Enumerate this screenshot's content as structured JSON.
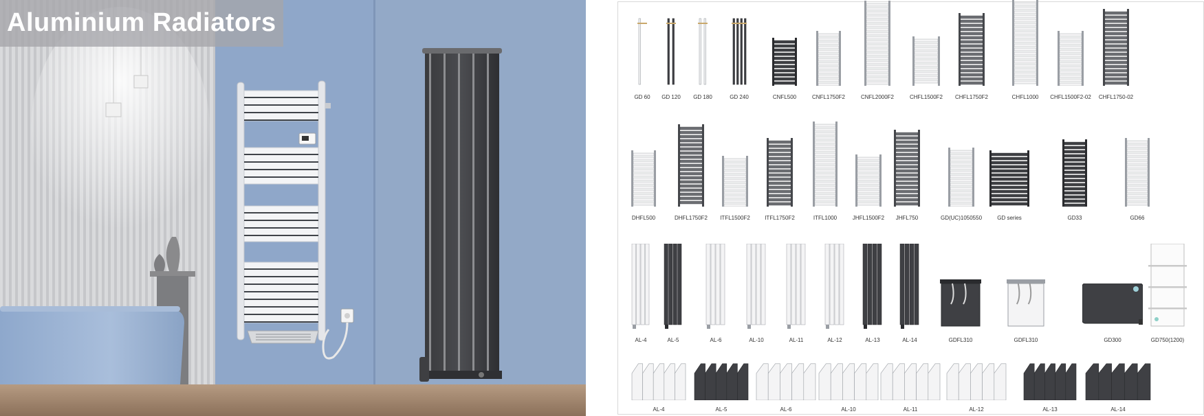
{
  "hero": {
    "title": "Aluminium Radiators"
  },
  "catalog": {
    "rows": [
      {
        "items": [
          {
            "label": "GD 60",
            "kind": "rail",
            "bars": 1,
            "tone": "white"
          },
          {
            "label": "GD 120",
            "kind": "rail",
            "bars": 2,
            "tone": "dark"
          },
          {
            "label": "GD 180",
            "kind": "rail",
            "bars": 2,
            "tone": "white"
          },
          {
            "label": "GD 240",
            "kind": "rail",
            "bars": 4,
            "tone": "dark"
          },
          {
            "label": "CNFL500",
            "kind": "ladder",
            "tone": "dark"
          },
          {
            "label": "CNFL1750F2",
            "kind": "ladder",
            "tone": "white"
          },
          {
            "label": "CNFL2000F2",
            "kind": "ladder",
            "tone": "white"
          },
          {
            "label": "CHFL1500F2",
            "kind": "ladder",
            "tone": "white"
          },
          {
            "label": "CHFL1750F2",
            "kind": "ladder",
            "tone": "grey"
          },
          {
            "label": "CHFL1000",
            "kind": "ladder",
            "tone": "white"
          },
          {
            "label": "CHFL1500F2-02",
            "kind": "ladder",
            "tone": "white"
          },
          {
            "label": "CHFL1750-02",
            "kind": "ladder",
            "tone": "grey"
          }
        ]
      },
      {
        "items": [
          {
            "label": "DHFL500",
            "kind": "ladder",
            "tone": "white"
          },
          {
            "label": "DHFL1750F2",
            "kind": "ladder",
            "tone": "grey"
          },
          {
            "label": "ITFL1500F2",
            "kind": "ladder",
            "tone": "white"
          },
          {
            "label": "ITFL1750F2",
            "kind": "ladder",
            "tone": "grey"
          },
          {
            "label": "ITFL1000",
            "kind": "ladder",
            "tone": "white"
          },
          {
            "label": "JHFL1500F2",
            "kind": "ladder",
            "tone": "white"
          },
          {
            "label": "JHFL750",
            "kind": "ladder",
            "tone": "grey"
          },
          {
            "label": "GD(UC)1050550",
            "kind": "ladder",
            "tone": "white"
          },
          {
            "label": "GD series",
            "kind": "ladder",
            "tone": "dark"
          },
          {
            "label": "GD33",
            "kind": "ladder",
            "tone": "dark"
          },
          {
            "label": "GD66",
            "kind": "ladder",
            "tone": "white"
          }
        ]
      },
      {
        "items": [
          {
            "label": "AL-4",
            "kind": "vertical",
            "tone": "white"
          },
          {
            "label": "AL-5",
            "kind": "vertical",
            "tone": "dark"
          },
          {
            "label": "AL-6",
            "kind": "vertical",
            "tone": "white"
          },
          {
            "label": "AL-10",
            "kind": "vertical",
            "tone": "white"
          },
          {
            "label": "AL-11",
            "kind": "vertical",
            "tone": "white"
          },
          {
            "label": "AL-12",
            "kind": "vertical",
            "tone": "white"
          },
          {
            "label": "AL-13",
            "kind": "vertical",
            "tone": "dark"
          },
          {
            "label": "AL-14",
            "kind": "vertical",
            "tone": "dark"
          },
          {
            "label": "GDFL310",
            "kind": "box",
            "tone": "dark"
          },
          {
            "label": "GDFL310",
            "kind": "box",
            "tone": "white"
          },
          {
            "label": "GD300",
            "kind": "heater",
            "tone": "dark"
          },
          {
            "label": "GD750(1200)",
            "kind": "glass",
            "tone": "white"
          }
        ]
      },
      {
        "items": [
          {
            "label": "AL-4",
            "kind": "horizontal",
            "tone": "white"
          },
          {
            "label": "AL-5",
            "kind": "horizontal",
            "tone": "dark"
          },
          {
            "label": "AL-6",
            "kind": "horizontal",
            "tone": "white"
          },
          {
            "label": "AL-10",
            "kind": "horizontal",
            "tone": "white"
          },
          {
            "label": "AL-11",
            "kind": "horizontal",
            "tone": "white"
          },
          {
            "label": "AL-12",
            "kind": "horizontal",
            "tone": "white"
          },
          {
            "label": "AL-13",
            "kind": "horizontal",
            "tone": "dark"
          },
          {
            "label": "AL-14",
            "kind": "horizontal",
            "tone": "dark"
          }
        ]
      }
    ]
  }
}
